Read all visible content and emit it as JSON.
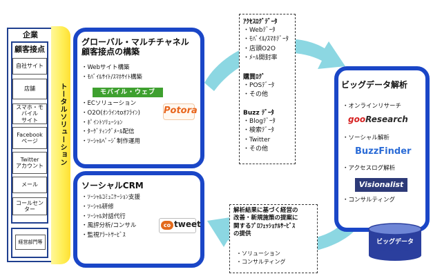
{
  "enterprise": {
    "title": "企業",
    "touchpoint_title": "顧客接点",
    "touchpoints": [
      "自社サイト",
      "店舗",
      "スマホ・モバイル\nサイト",
      "Facebook\nページ",
      "Twitter\nアカウント",
      "メール",
      "コールセンター"
    ],
    "management": "経営部門等"
  },
  "total_solution": "トータルソリューション",
  "global_box": {
    "title": "グローバル・マルチチャネル\n顧客接点の構築",
    "items": [
      "Webサイト構築",
      "ﾓﾊﾞｲﾙｻｲﾄ/ｽﾏﾎｻｲﾄ構築",
      "ECソリューション",
      "O2O(ｵﾝﾗｲﾝtoｵﾌﾗｲﾝ)",
      "ﾎﾟｲﾝﾄｿﾘｭｰｼｮﾝ",
      "ﾀｰｹﾞﾃｨﾝｸﾞﾒｰﾙ配信",
      "ｿｰｼｬﾙﾍﾟｰｼﾞ制作運用"
    ],
    "mobile_web_logo": "モバイル・ウェブ",
    "potora_logo": "Potora"
  },
  "crm_box": {
    "title": "ソーシャルCRM",
    "items": [
      "ｿｰｼｬﾙｺﾐｭﾆｹｰｼｮﾝ支援",
      "ｿｰｼｬﾙ研修",
      "ｿｰｼｬﾙ対話代行",
      "風評分析/コンサル",
      "監視ｱﾗｰﾄｻｰﾋﾞｽ"
    ],
    "cotweet_co": "co",
    "cotweet_tweet": "tweet"
  },
  "data_box": {
    "access_log_title": "ｱｸｾｽﾛｸﾞﾃﾞｰﾀ",
    "access_log_items": [
      "Webﾃﾞｰﾀ",
      "ﾓﾊﾞｲﾙ/ｽﾏﾎﾃﾞｰﾀ",
      "店頭O2O",
      "ﾒｰﾙ開封率"
    ],
    "purchase_log_title": "購買ﾛｸﾞ",
    "purchase_log_items": [
      "POSﾃﾞｰﾀ",
      "その他"
    ],
    "buzz_title": "Buzz ﾃﾞｰﾀ",
    "buzz_items": [
      "Blogﾃﾞｰﾀ",
      "検索ﾃﾞｰﾀ",
      "Twitter",
      "その他"
    ]
  },
  "bigdata_box": {
    "title": "ビッグデータ解析",
    "items": [
      "オンラインリサーチ",
      "ソーシャル解析",
      "アクセスログ解析",
      "コンサルティング"
    ],
    "goo_logo_a": "goo",
    "goo_logo_b": "Research",
    "buzz_finder_logo": "BuzzFinder",
    "visionalist_logo": "Visionalist"
  },
  "result_box": {
    "text": "解析結果に基づく経営の\n改善・新規施策の提案に\n関するﾌﾟﾛﾌｪｯｼｮﾅﾙｻｰﾋﾞｽ\nの提供",
    "items": [
      "ソリューション",
      "コンサルティング"
    ]
  },
  "cylinder_label": "ビッグデータ",
  "colors": {
    "box_border": "#1a46c7",
    "arrow": "#7fd3df",
    "band": "#ffee55",
    "cylinder": "#2b3f9e"
  }
}
